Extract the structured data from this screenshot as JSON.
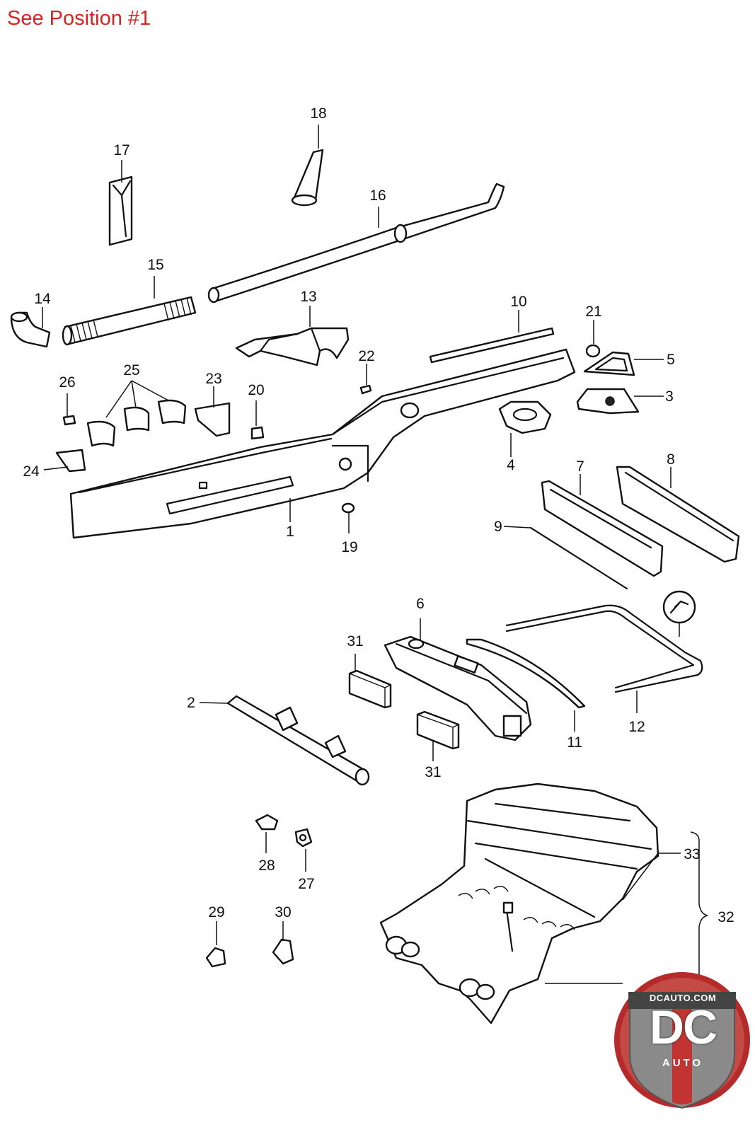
{
  "header": {
    "note": "See Position #1"
  },
  "callouts": {
    "c1": "1",
    "c2": "2",
    "c3": "3",
    "c4": "4",
    "c5": "5",
    "c6": "6",
    "c7": "7",
    "c8": "8",
    "c9": "9",
    "c10": "10",
    "c11": "11",
    "c12": "12",
    "c13": "13",
    "c14": "14",
    "c15": "15",
    "c16": "16",
    "c17": "17",
    "c18": "18",
    "c19": "19",
    "c20": "20",
    "c21": "21",
    "c22": "22",
    "c23": "23",
    "c24": "24",
    "c25": "25",
    "c26": "26",
    "c27": "27",
    "c28": "28",
    "c29": "29",
    "c30": "30",
    "c31a": "31",
    "c31b": "31",
    "c32": "32",
    "c33": "33"
  },
  "logo": {
    "brand": "DCAUTO.COM",
    "mark": "DC",
    "sub": "AUTO"
  },
  "colors": {
    "header_text": "#d8231f",
    "line_art": "#111111",
    "logo_red": "#b52a2a"
  }
}
